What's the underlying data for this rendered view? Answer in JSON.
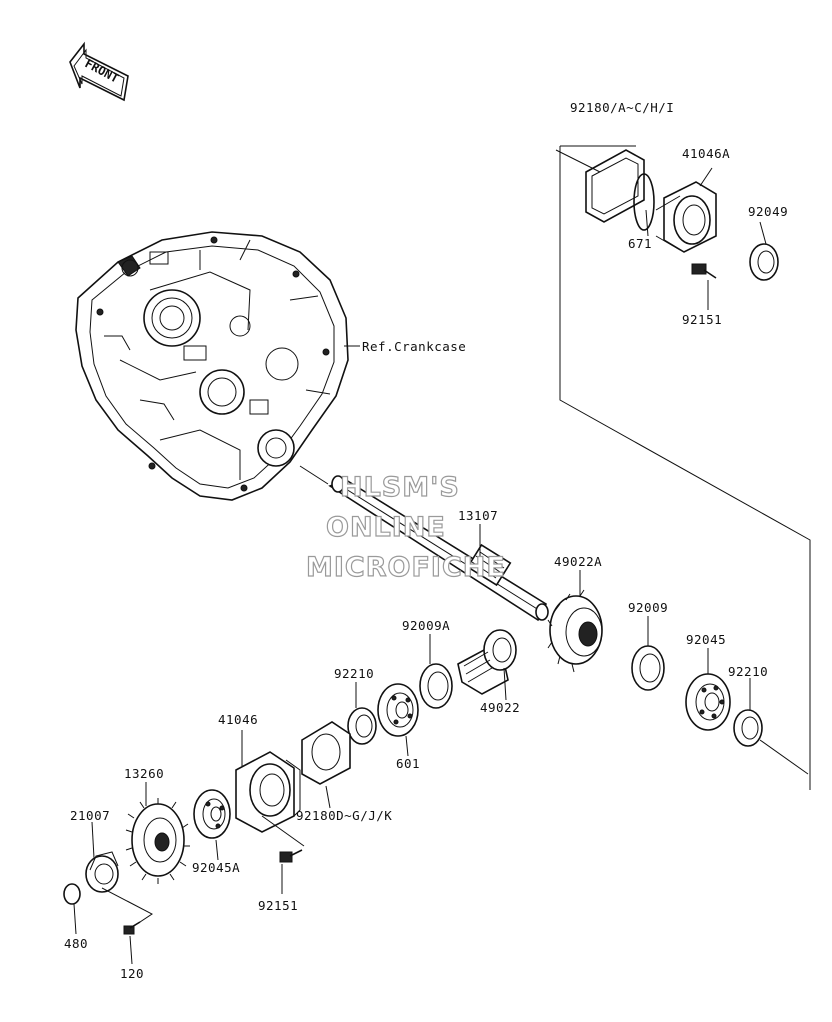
{
  "front_arrow": {
    "text": "FRONT",
    "icon": "front-arrow-icon"
  },
  "watermark": [
    "HLSM'S",
    "ONLINE",
    "MICROFICHE"
  ],
  "reference": "Ref.Crankcase",
  "labels": {
    "p92180_top": "92180/A~C/H/I",
    "p41046A": "41046A",
    "p92049": "92049",
    "p671": "671",
    "p92151_top": "92151",
    "p13107": "13107",
    "p49022A": "49022A",
    "p92009": "92009",
    "p92009A": "92009A",
    "p92045": "92045",
    "p92210_right": "92210",
    "p92210_left": "92210",
    "p49022": "49022",
    "p601": "601",
    "p41046": "41046",
    "p13260": "13260",
    "p21007": "21007",
    "p92045A": "92045A",
    "p92180_bottom": "92180D~G/J/K",
    "p92151_bottom": "92151",
    "p480": "480",
    "p120": "120"
  }
}
